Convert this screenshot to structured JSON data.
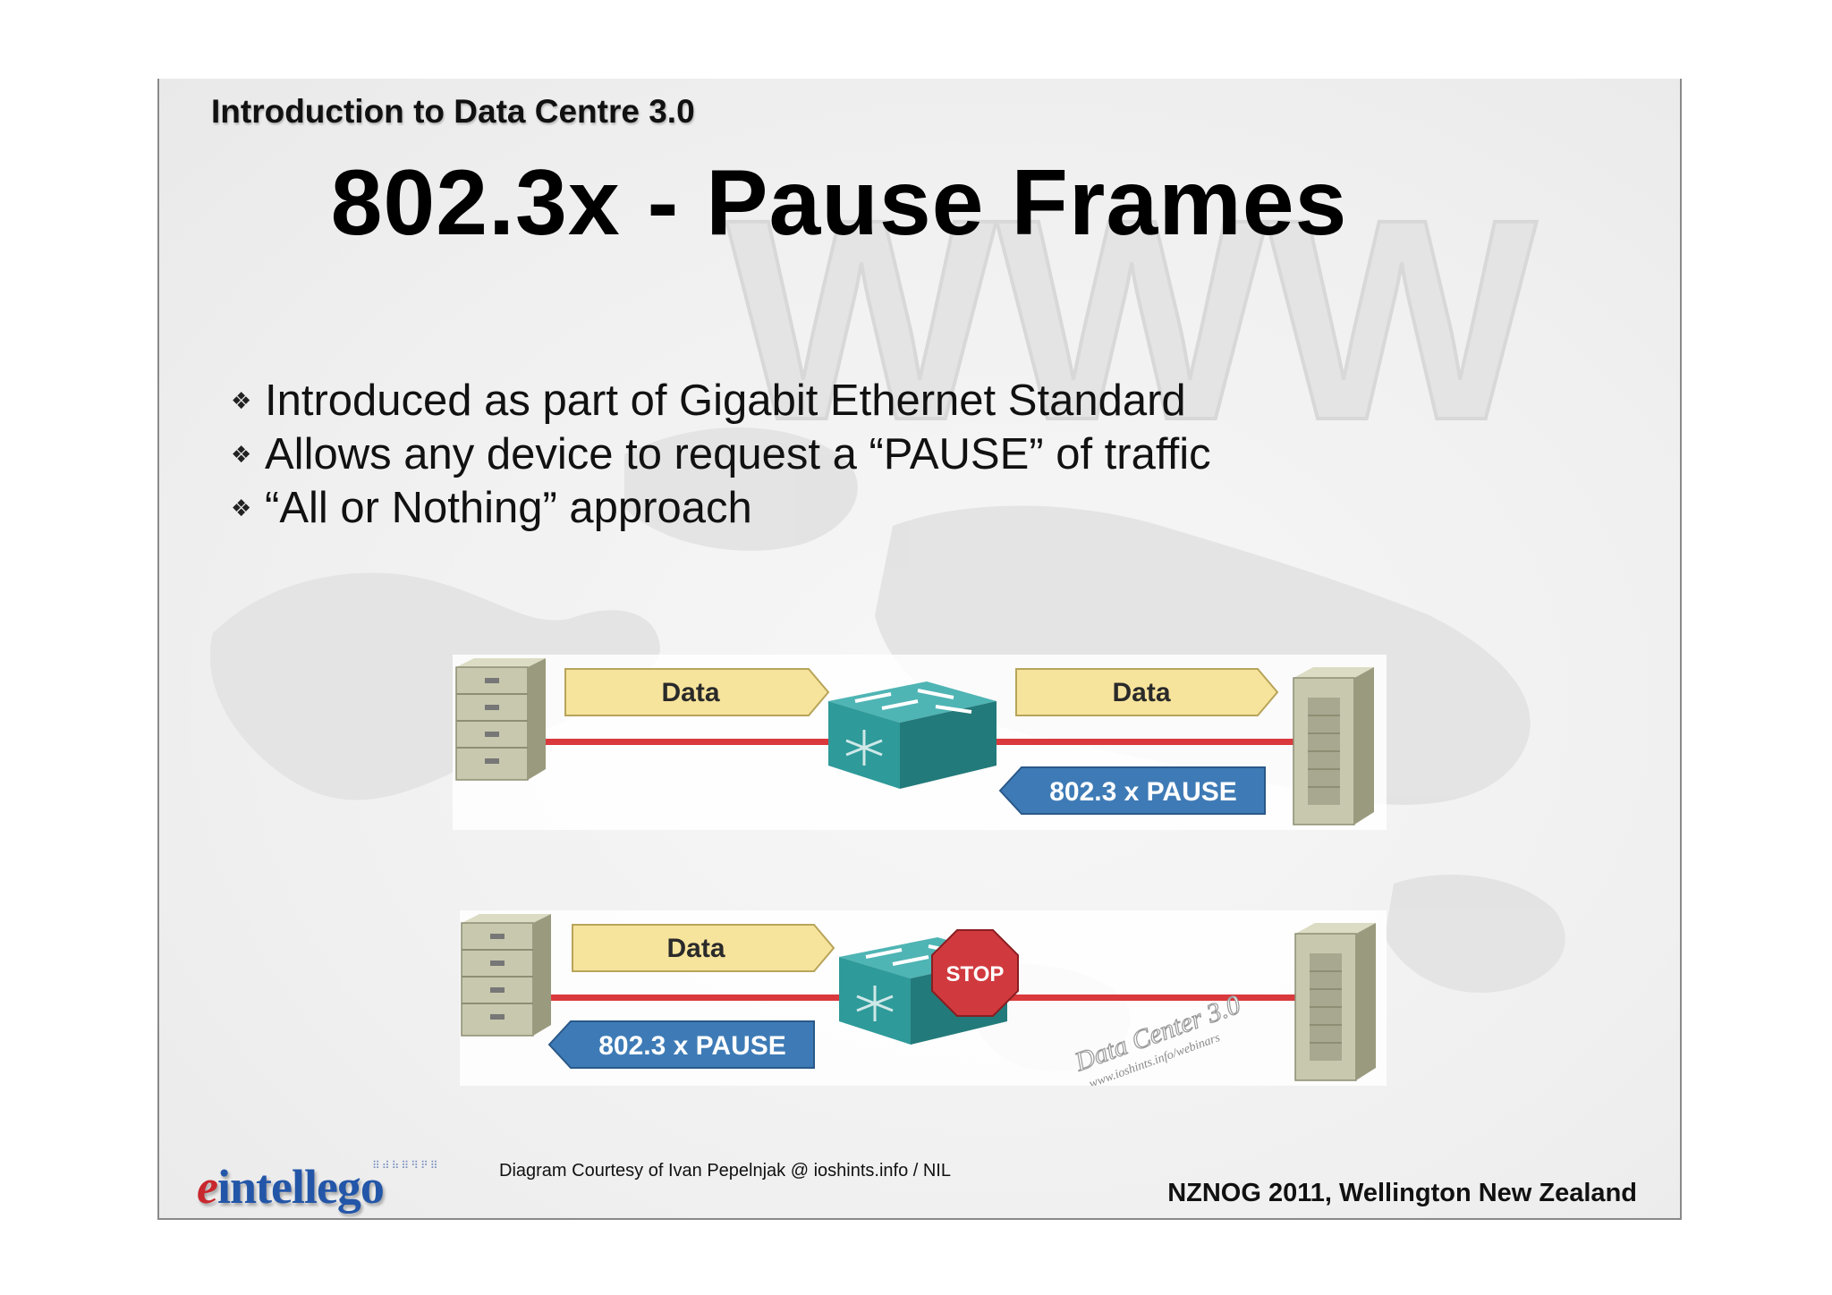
{
  "slide": {
    "section_title": "Introduction to Data Centre 3.0",
    "title": "802.3x - Pause Frames",
    "bullets": [
      "Introduced as part of Gigabit Ethernet Standard",
      "Allows any device to request a “PAUSE” of traffic",
      "“All or Nothing” approach"
    ],
    "bullet_icon": "diamond-bullet-icon",
    "background_text": "WWW"
  },
  "diagram_top": {
    "data_left": "Data",
    "data_right": "Data",
    "pause_label": "802.3 x PAUSE"
  },
  "diagram_bottom": {
    "data_left": "Data",
    "pause_label": "802.3 x PAUSE",
    "stop_label": "STOP",
    "watermark_line1": "Data Center 3.0",
    "watermark_line2": "www.ioshints.info/webinars"
  },
  "footer": {
    "credit": "Diagram Courtesy of Ivan Pepelnjak @ ioshints.info / NIL",
    "event": "NZNOG 2011, Wellington New Zealand",
    "logo_e": "e",
    "logo_rest": "intellego"
  },
  "colors": {
    "data_arrow": "#f7e49c",
    "pause_arrow": "#3e7bb6",
    "link_line": "#d9383c",
    "switch": "#2f9a9a",
    "stop_sign": "#d03a3e",
    "logo_blue": "#2356a8",
    "logo_red": "#c8272d"
  }
}
